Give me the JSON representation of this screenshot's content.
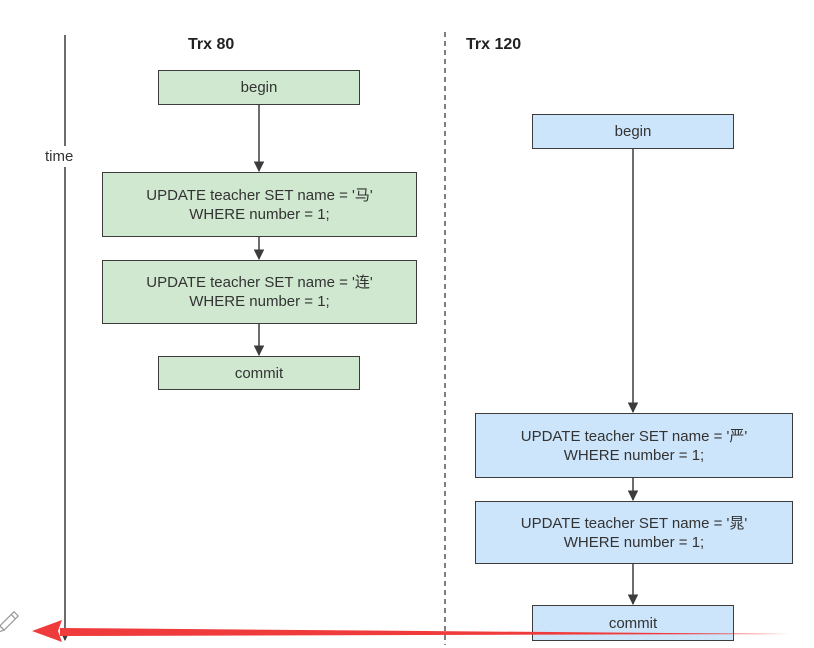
{
  "trx_a": {
    "title": "Trx 80",
    "begin": "begin",
    "update1": [
      "UPDATE teacher  SET name = '马'",
      "WHERE number = 1;"
    ],
    "update2": [
      "UPDATE teacher  SET name = '连'",
      "WHERE number = 1;"
    ],
    "commit": "commit"
  },
  "trx_b": {
    "title": "Trx 120",
    "begin": "begin",
    "update1": [
      "UPDATE teacher  SET name = '严'",
      "WHERE number = 1;"
    ],
    "update2": [
      "UPDATE teacher  SET name = '晁'",
      "WHERE number = 1;"
    ],
    "commit": "commit"
  },
  "time_label": "time",
  "colors": {
    "green_fill": "#cfe8cf",
    "blue_fill": "#cce5fb",
    "arrow_red": "#ef3b3b",
    "line": "#3c3c3c"
  },
  "icons": {
    "edit": "pencil-icon"
  }
}
